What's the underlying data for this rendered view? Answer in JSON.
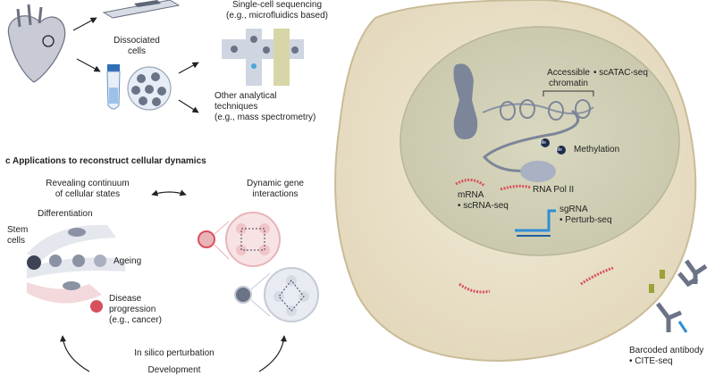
{
  "panel_b": {
    "single_cell_line1": "Single-cell sequencing",
    "single_cell_line2": "(e.g., microfluidics based)",
    "dissociated_line1": "Dissociated",
    "dissociated_line2": "cells",
    "other_line1": "Other analytical",
    "other_line2": "techniques",
    "other_line3": "(e.g., mass spectrometry)"
  },
  "panel_c": {
    "heading": "c  Applications to reconstruct cellular dynamics",
    "continuum_line1": "Revealing continuum",
    "continuum_line2": "of cellular states",
    "dynamic_line1": "Dynamic gene",
    "dynamic_line2": "interactions",
    "differentiation": "Differentiation",
    "stem_line1": "Stem",
    "stem_line2": "cells",
    "ageing": "Ageing",
    "disease_line1": "Disease",
    "disease_line2": "progression",
    "disease_line3": "(e.g., cancer)",
    "in_silico": "In silico perturbation",
    "development": "Development"
  },
  "cell": {
    "accessible_line1": "Accessible",
    "accessible_line2": "chromatin",
    "scatac": "• scATAC-seq",
    "methylation": "Methylation",
    "me": "Me",
    "rna_pol": "RNA Pol II",
    "mrna": "mRNA",
    "scrna": "• scRNA-seq",
    "sgrna": "sgRNA",
    "perturb": "• Perturb-seq",
    "barcoded": "Barcoded antibody",
    "cite": "• CITE-seq"
  }
}
